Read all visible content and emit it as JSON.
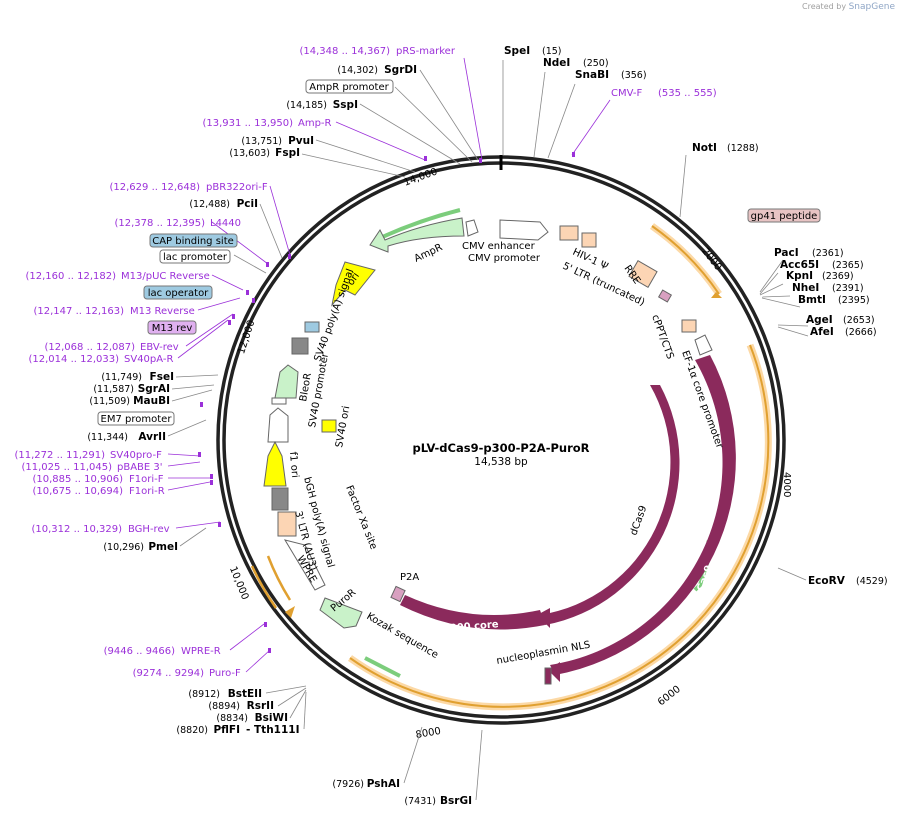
{
  "credit": {
    "prefix": "Created by",
    "brand": "SnapGene"
  },
  "plasmid": {
    "name": "pLV-dCas9-p300-P2A-PuroR",
    "size": "14,538 bp"
  },
  "ticks": [
    "2000",
    "4000",
    "6000",
    "8000",
    "10,000",
    "12,000",
    "14,000"
  ],
  "enzymes_right": [
    {
      "name": "SpeI",
      "pos": "(15)"
    },
    {
      "name": "NdeI",
      "pos": "(250)"
    },
    {
      "name": "SnaBI",
      "pos": "(356)"
    },
    {
      "name": "NotI",
      "pos": "(1288)"
    },
    {
      "name": "PacI",
      "pos": "(2361)"
    },
    {
      "name": "Acc65I",
      "pos": "(2365)"
    },
    {
      "name": "KpnI",
      "pos": "(2369)"
    },
    {
      "name": "NheI",
      "pos": "(2391)"
    },
    {
      "name": "BmtI",
      "pos": "(2395)"
    },
    {
      "name": "AgeI",
      "pos": "(2653)"
    },
    {
      "name": "AfeI",
      "pos": "(2666)"
    },
    {
      "name": "EcoRV",
      "pos": "(4529)"
    }
  ],
  "enzymes_left": [
    {
      "name": "SgrDI",
      "pos": "(14,302)"
    },
    {
      "name": "SspI",
      "pos": "(14,185)"
    },
    {
      "name": "PvuI",
      "pos": "(13,751)"
    },
    {
      "name": "FspI",
      "pos": "(13,603)"
    },
    {
      "name": "PciI",
      "pos": "(12,488)"
    },
    {
      "name": "FseI",
      "pos": "(11,749)"
    },
    {
      "name": "SgrAI",
      "pos": "(11,587)"
    },
    {
      "name": "MauBI",
      "pos": "(11,509)"
    },
    {
      "name": "AvrII",
      "pos": "(11,344)"
    },
    {
      "name": "PmeI",
      "pos": "(10,296)"
    },
    {
      "name": "BstEII",
      "pos": "(8912)"
    },
    {
      "name": "RsrII",
      "pos": "(8894)"
    },
    {
      "name": "BsiWI",
      "pos": "(8834)"
    },
    {
      "name": "PflFI",
      "pos": "(8820)"
    },
    {
      "name": "PshAI",
      "pos": "(7926)"
    },
    {
      "name": "BsrGI",
      "pos": "(7431)"
    }
  ],
  "tth": "- Tth111I",
  "primers": [
    {
      "name": "pRS-marker",
      "range": "(14,348 .. 14,367)"
    },
    {
      "name": "CMV-F",
      "range": "(535 .. 555)"
    },
    {
      "name": "Amp-R",
      "range": "(13,931 .. 13,950)"
    },
    {
      "name": "pBR322ori-F",
      "range": "(12,629 .. 12,648)"
    },
    {
      "name": "L4440",
      "range": "(12,378 .. 12,395)"
    },
    {
      "name": "M13/pUC Reverse",
      "range": "(12,160 .. 12,182)"
    },
    {
      "name": "M13 Reverse",
      "range": "(12,147 .. 12,163)"
    },
    {
      "name": "EBV-rev",
      "range": "(12,068 .. 12,087)"
    },
    {
      "name": "SV40pA-R",
      "range": "(12,014 .. 12,033)"
    },
    {
      "name": "SV40pro-F",
      "range": "(11,272 .. 11,291)"
    },
    {
      "name": "pBABE 3'",
      "range": "(11,025 .. 11,045)"
    },
    {
      "name": "F1ori-F",
      "range": "(10,885 .. 10,906)"
    },
    {
      "name": "F1ori-R",
      "range": "(10,675 .. 10,694)"
    },
    {
      "name": "BGH-rev",
      "range": "(10,312 .. 10,329)"
    },
    {
      "name": "WPRE-R",
      "range": "(9446 .. 9466)"
    },
    {
      "name": "Puro-F",
      "range": "(9274 .. 9294)"
    }
  ],
  "boxed": {
    "ampr_promoter": "AmpR promoter",
    "cap_binding": "CAP binding site",
    "lac_promoter": "lac promoter",
    "lac_operator": "lac operator",
    "m13rev": "M13 rev",
    "em7": "EM7 promoter",
    "gp41": "gp41 peptide"
  },
  "features": {
    "cmv_enhancer": "CMV enhancer",
    "cmv_promoter": "CMV promoter",
    "hiv": "HIV-1 Ψ",
    "ltr5": "5' LTR (truncated)",
    "rre": "RRE",
    "cppt": "cPPT/CTS",
    "ef1a": "EF-1α core promoter",
    "dcas9": "dCas9",
    "cas9": "Cas9",
    "nls": "nucleoplasmin NLS",
    "p300": "p300 core",
    "p2a": "P2A",
    "kozak": "Kozak sequence",
    "puror": "PuroR",
    "wpre": "WPRE",
    "ltr3": "3' LTR (ΔU3)",
    "bgh": "bGH poly(A) signal",
    "factorxa": "Factor Xa site",
    "f1ori": "f1 ori",
    "sv40ori": "SV40 ori",
    "sv40prom": "SV40 promoter",
    "bleor": "BleoR",
    "sv40pa": "SV40 poly(A) signal",
    "ori": "ori",
    "ampr": "AmpR"
  },
  "colors": {
    "primer": "#9b30d9",
    "cas9": "#8b2a5c",
    "ampr": "#c9f2c9",
    "ori": "#ffff00",
    "ltr": "#fcd5b4",
    "gp41": "#e8c4c4",
    "cap": "#9ecae1",
    "orange": "#f0a040"
  }
}
